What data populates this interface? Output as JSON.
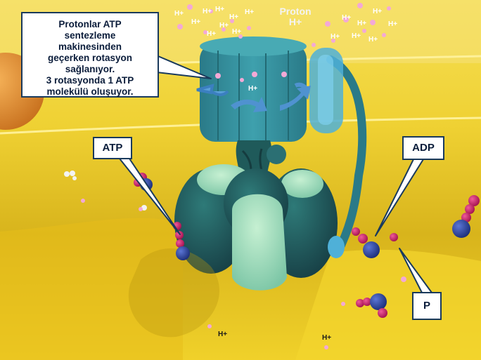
{
  "main_callout": {
    "lines": [
      "Protonlar ATP",
      "sentezleme",
      "makinesinden",
      "geçerken rotasyon",
      "sağlanıyor.",
      "3 rotasyonda 1 ATP",
      "molekülü oluşuyor."
    ]
  },
  "labels": {
    "atp": "ATP",
    "adp": "ADP",
    "p": "P"
  },
  "proton": {
    "title": "Proton",
    "symbol": "H+"
  },
  "hplus": "H+",
  "colors": {
    "background": "#f0d232",
    "membrane": "#e7c627",
    "rotor": "#2f8f9e",
    "head_dark": "#1f5a5a",
    "head_light": "#a6dfbd",
    "phosphate": "#c71f6a",
    "adenosine": "#283e92",
    "callout_border": "#1a3a5c"
  }
}
